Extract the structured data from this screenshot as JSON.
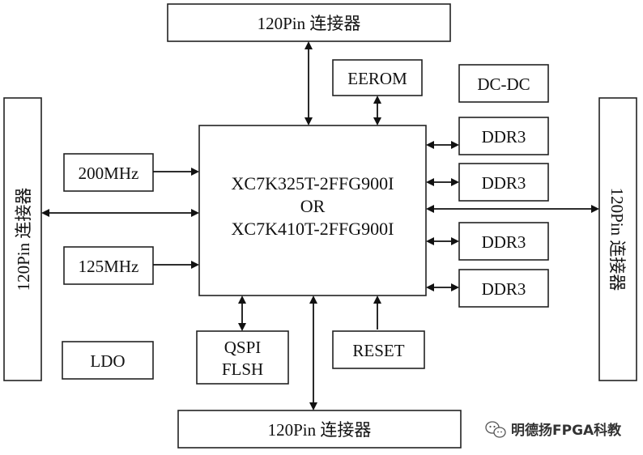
{
  "connectors": {
    "top": "120Pin 连接器",
    "bottom": "120Pin 连接器",
    "left": "120Pin 连接器",
    "right": "120Pin 连接器"
  },
  "fpga": {
    "line1": "XC7K325T-2FFG900I",
    "line2": "OR",
    "line3": "XC7K410T-2FFG900I"
  },
  "blocks": {
    "eerom": "EEROM",
    "dcdc": "DC-DC",
    "clk200": "200MHz",
    "clk125": "125MHz",
    "ldo": "LDO",
    "qspi_line1": "QSPI",
    "qspi_line2": "FLSH",
    "reset": "RESET",
    "ddr3_1": "DDR3",
    "ddr3_2": "DDR3",
    "ddr3_3": "DDR3",
    "ddr3_4": "DDR3"
  },
  "watermark": {
    "text": "明德扬FPGA科教",
    "icon": "wechat-icon"
  }
}
